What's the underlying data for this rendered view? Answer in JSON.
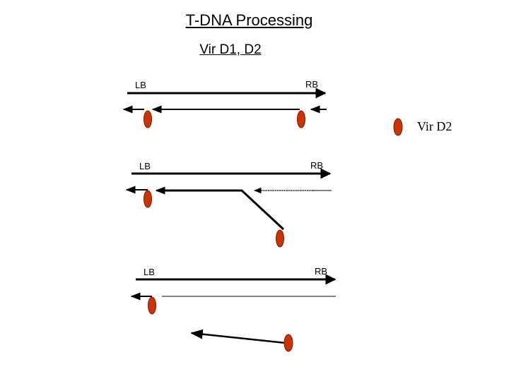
{
  "title": "T-DNA Processing",
  "subtitle": "Vir D1, D2",
  "legend": {
    "label": "Vir D2",
    "color": "#cc3300"
  },
  "panels": [
    {
      "lb_label": "LB",
      "rb_label": "RB"
    },
    {
      "lb_label": "LB",
      "rb_label": "RB"
    },
    {
      "lb_label": "LB",
      "rb_label": "RB"
    }
  ],
  "colors": {
    "line": "#000000",
    "protein": "#cc3300",
    "protein_stroke": "#7a1e00"
  }
}
